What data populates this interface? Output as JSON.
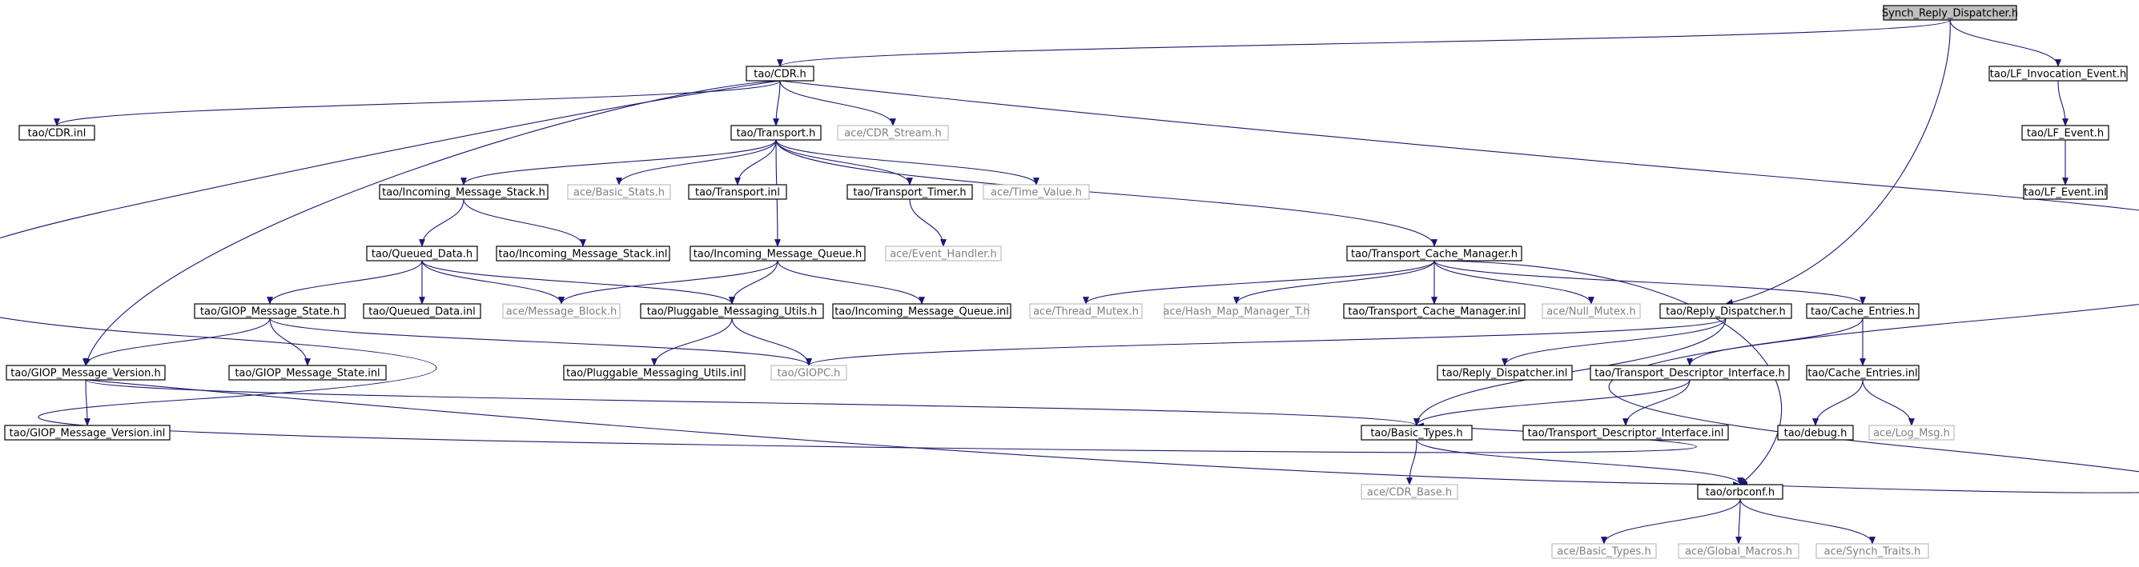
{
  "colors": {
    "edge": "#191970",
    "node_border": "#000000",
    "node_border_external": "#bfbfbf",
    "text": "#000000",
    "text_external": "#808080",
    "root_fill": "#bfbfbf"
  },
  "graph": {
    "nodes": [
      {
        "id": "synch_reply_dispatcher_h",
        "label": "Synch_Reply_Dispatcher.h",
        "kind": "root"
      },
      {
        "id": "cdr_h",
        "label": "tao/CDR.h",
        "kind": "local"
      },
      {
        "id": "lf_invocation_event_h",
        "label": "tao/LF_Invocation_Event.h",
        "kind": "local"
      },
      {
        "id": "cdr_inl",
        "label": "tao/CDR.inl",
        "kind": "local"
      },
      {
        "id": "transport_h",
        "label": "tao/Transport.h",
        "kind": "local"
      },
      {
        "id": "ace_cdr_stream_h",
        "label": "ace/CDR_Stream.h",
        "kind": "external"
      },
      {
        "id": "lf_event_h",
        "label": "tao/LF_Event.h",
        "kind": "local"
      },
      {
        "id": "incoming_message_stack_h",
        "label": "tao/Incoming_Message_Stack.h",
        "kind": "local"
      },
      {
        "id": "ace_basic_stats_h",
        "label": "ace/Basic_Stats.h",
        "kind": "external"
      },
      {
        "id": "transport_inl",
        "label": "tao/Transport.inl",
        "kind": "local"
      },
      {
        "id": "transport_timer_h",
        "label": "tao/Transport_Timer.h",
        "kind": "local"
      },
      {
        "id": "ace_time_value_h",
        "label": "ace/Time_Value.h",
        "kind": "external"
      },
      {
        "id": "lf_event_inl",
        "label": "tao/LF_Event.inl",
        "kind": "local"
      },
      {
        "id": "ace_event_handler_h",
        "label": "ace/Event_Handler.h",
        "kind": "external"
      },
      {
        "id": "queued_data_h",
        "label": "tao/Queued_Data.h",
        "kind": "local"
      },
      {
        "id": "incoming_message_stack_inl",
        "label": "tao/Incoming_Message_Stack.inl",
        "kind": "local"
      },
      {
        "id": "incoming_message_queue_h",
        "label": "tao/Incoming_Message_Queue.h",
        "kind": "local"
      },
      {
        "id": "transport_cache_manager_h",
        "label": "tao/Transport_Cache_Manager.h",
        "kind": "local"
      },
      {
        "id": "giop_message_state_h",
        "label": "tao/GIOP_Message_State.h",
        "kind": "local"
      },
      {
        "id": "queued_data_inl",
        "label": "tao/Queued_Data.inl",
        "kind": "local"
      },
      {
        "id": "ace_message_block_h",
        "label": "ace/Message_Block.h",
        "kind": "external"
      },
      {
        "id": "pluggable_messaging_utils_h",
        "label": "tao/Pluggable_Messaging_Utils.h",
        "kind": "local"
      },
      {
        "id": "incoming_message_queue_inl",
        "label": "tao/Incoming_Message_Queue.inl",
        "kind": "local"
      },
      {
        "id": "ace_thread_mutex_h",
        "label": "ace/Thread_Mutex.h",
        "kind": "external"
      },
      {
        "id": "ace_hash_map_manager_t_h",
        "label": "ace/Hash_Map_Manager_T.h",
        "kind": "external"
      },
      {
        "id": "transport_cache_manager_inl",
        "label": "tao/Transport_Cache_Manager.inl",
        "kind": "local"
      },
      {
        "id": "ace_null_mutex_h",
        "label": "ace/Null_Mutex.h",
        "kind": "external"
      },
      {
        "id": "reply_dispatcher_h",
        "label": "tao/Reply_Dispatcher.h",
        "kind": "local"
      },
      {
        "id": "cache_entries_h",
        "label": "tao/Cache_Entries.h",
        "kind": "local"
      },
      {
        "id": "giop_message_version_h",
        "label": "tao/GIOP_Message_Version.h",
        "kind": "local"
      },
      {
        "id": "giop_message_state_inl",
        "label": "tao/GIOP_Message_State.inl",
        "kind": "local"
      },
      {
        "id": "pluggable_messaging_utils_inl",
        "label": "tao/Pluggable_Messaging_Utils.inl",
        "kind": "local"
      },
      {
        "id": "tao_giopc_h",
        "label": "tao/GIOPC.h",
        "kind": "external"
      },
      {
        "id": "reply_dispatcher_inl",
        "label": "tao/Reply_Dispatcher.inl",
        "kind": "local"
      },
      {
        "id": "transport_descriptor_interface_h",
        "label": "tao/Transport_Descriptor_Interface.h",
        "kind": "local"
      },
      {
        "id": "cache_entries_inl",
        "label": "tao/Cache_Entries.inl",
        "kind": "local"
      },
      {
        "id": "giop_message_version_inl",
        "label": "tao/GIOP_Message_Version.inl",
        "kind": "local"
      },
      {
        "id": "basic_types_h",
        "label": "tao/Basic_Types.h",
        "kind": "local"
      },
      {
        "id": "transport_descriptor_interface_inl",
        "label": "tao/Transport_Descriptor_Interface.inl",
        "kind": "local"
      },
      {
        "id": "tao_debug_h",
        "label": "tao/debug.h",
        "kind": "local"
      },
      {
        "id": "ace_log_msg_h",
        "label": "ace/Log_Msg.h",
        "kind": "external"
      },
      {
        "id": "ace_cdr_base_h",
        "label": "ace/CDR_Base.h",
        "kind": "external"
      },
      {
        "id": "orbconf_h",
        "label": "tao/orbconf.h",
        "kind": "local"
      },
      {
        "id": "ace_basic_types_h",
        "label": "ace/Basic_Types.h",
        "kind": "external"
      },
      {
        "id": "ace_global_macros_h",
        "label": "ace/Global_Macros.h",
        "kind": "external"
      },
      {
        "id": "ace_synch_traits_h",
        "label": "ace/Synch_Traits.h",
        "kind": "external"
      }
    ]
  }
}
